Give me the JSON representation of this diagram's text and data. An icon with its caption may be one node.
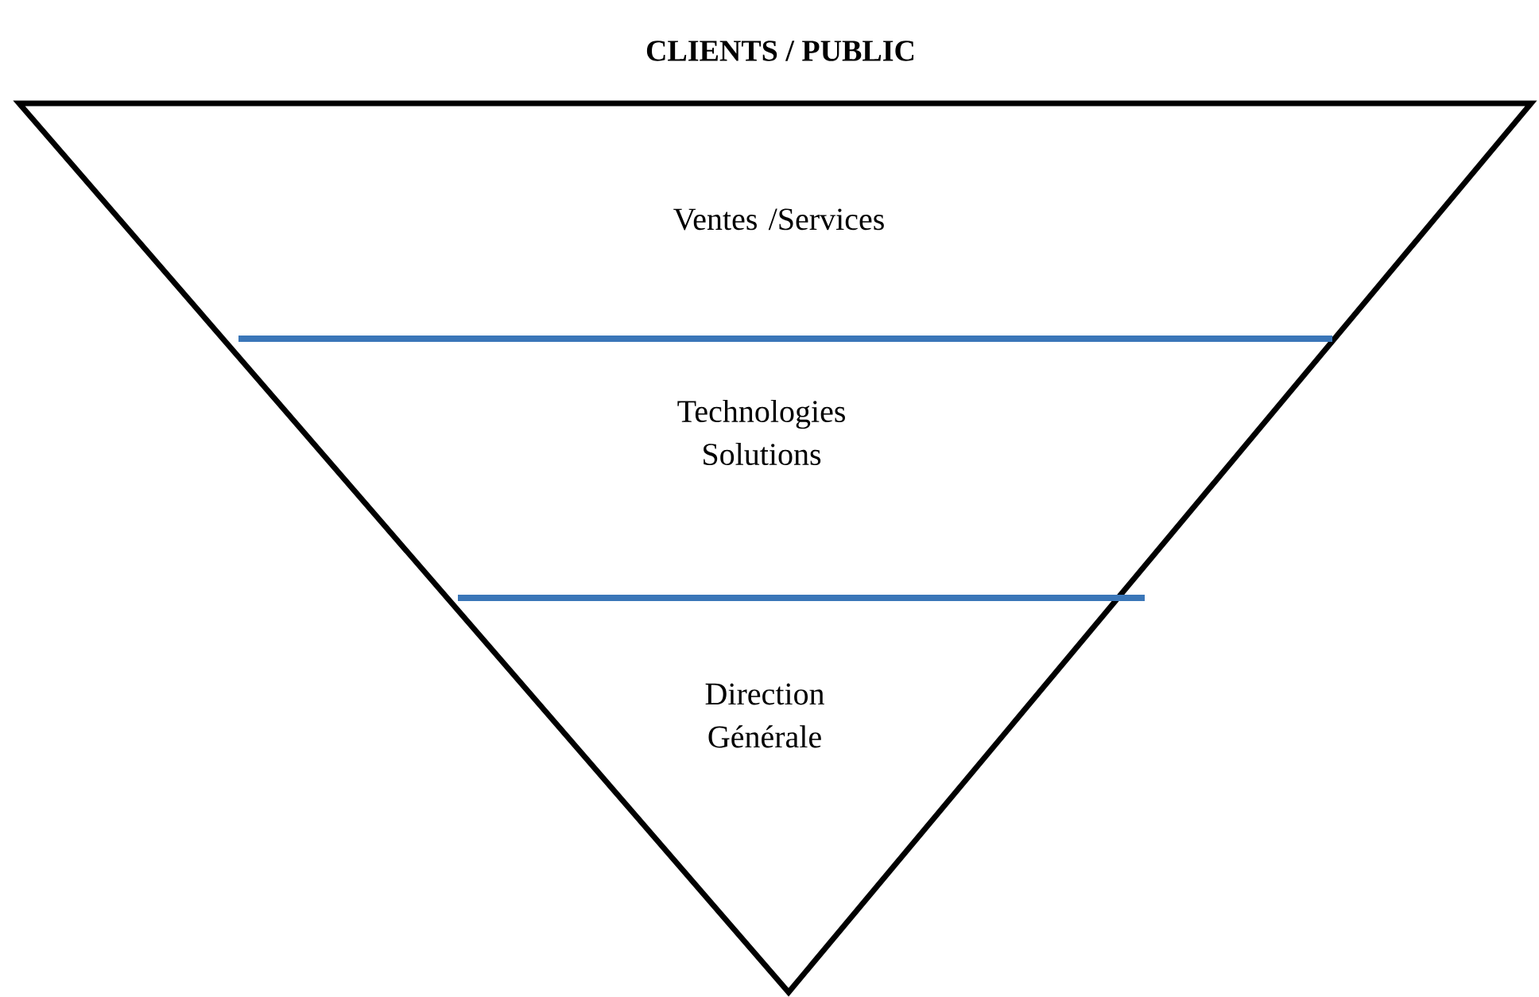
{
  "diagram": {
    "title": "CLIENTS / PUBLIC",
    "nodes": [
      {
        "text": [
          "Ventes /Services"
        ]
      },
      {
        "text": [
          "Technologies Solutions"
        ]
      },
      {
        "text": [
          "Direction Générale"
        ]
      }
    ]
  }
}
